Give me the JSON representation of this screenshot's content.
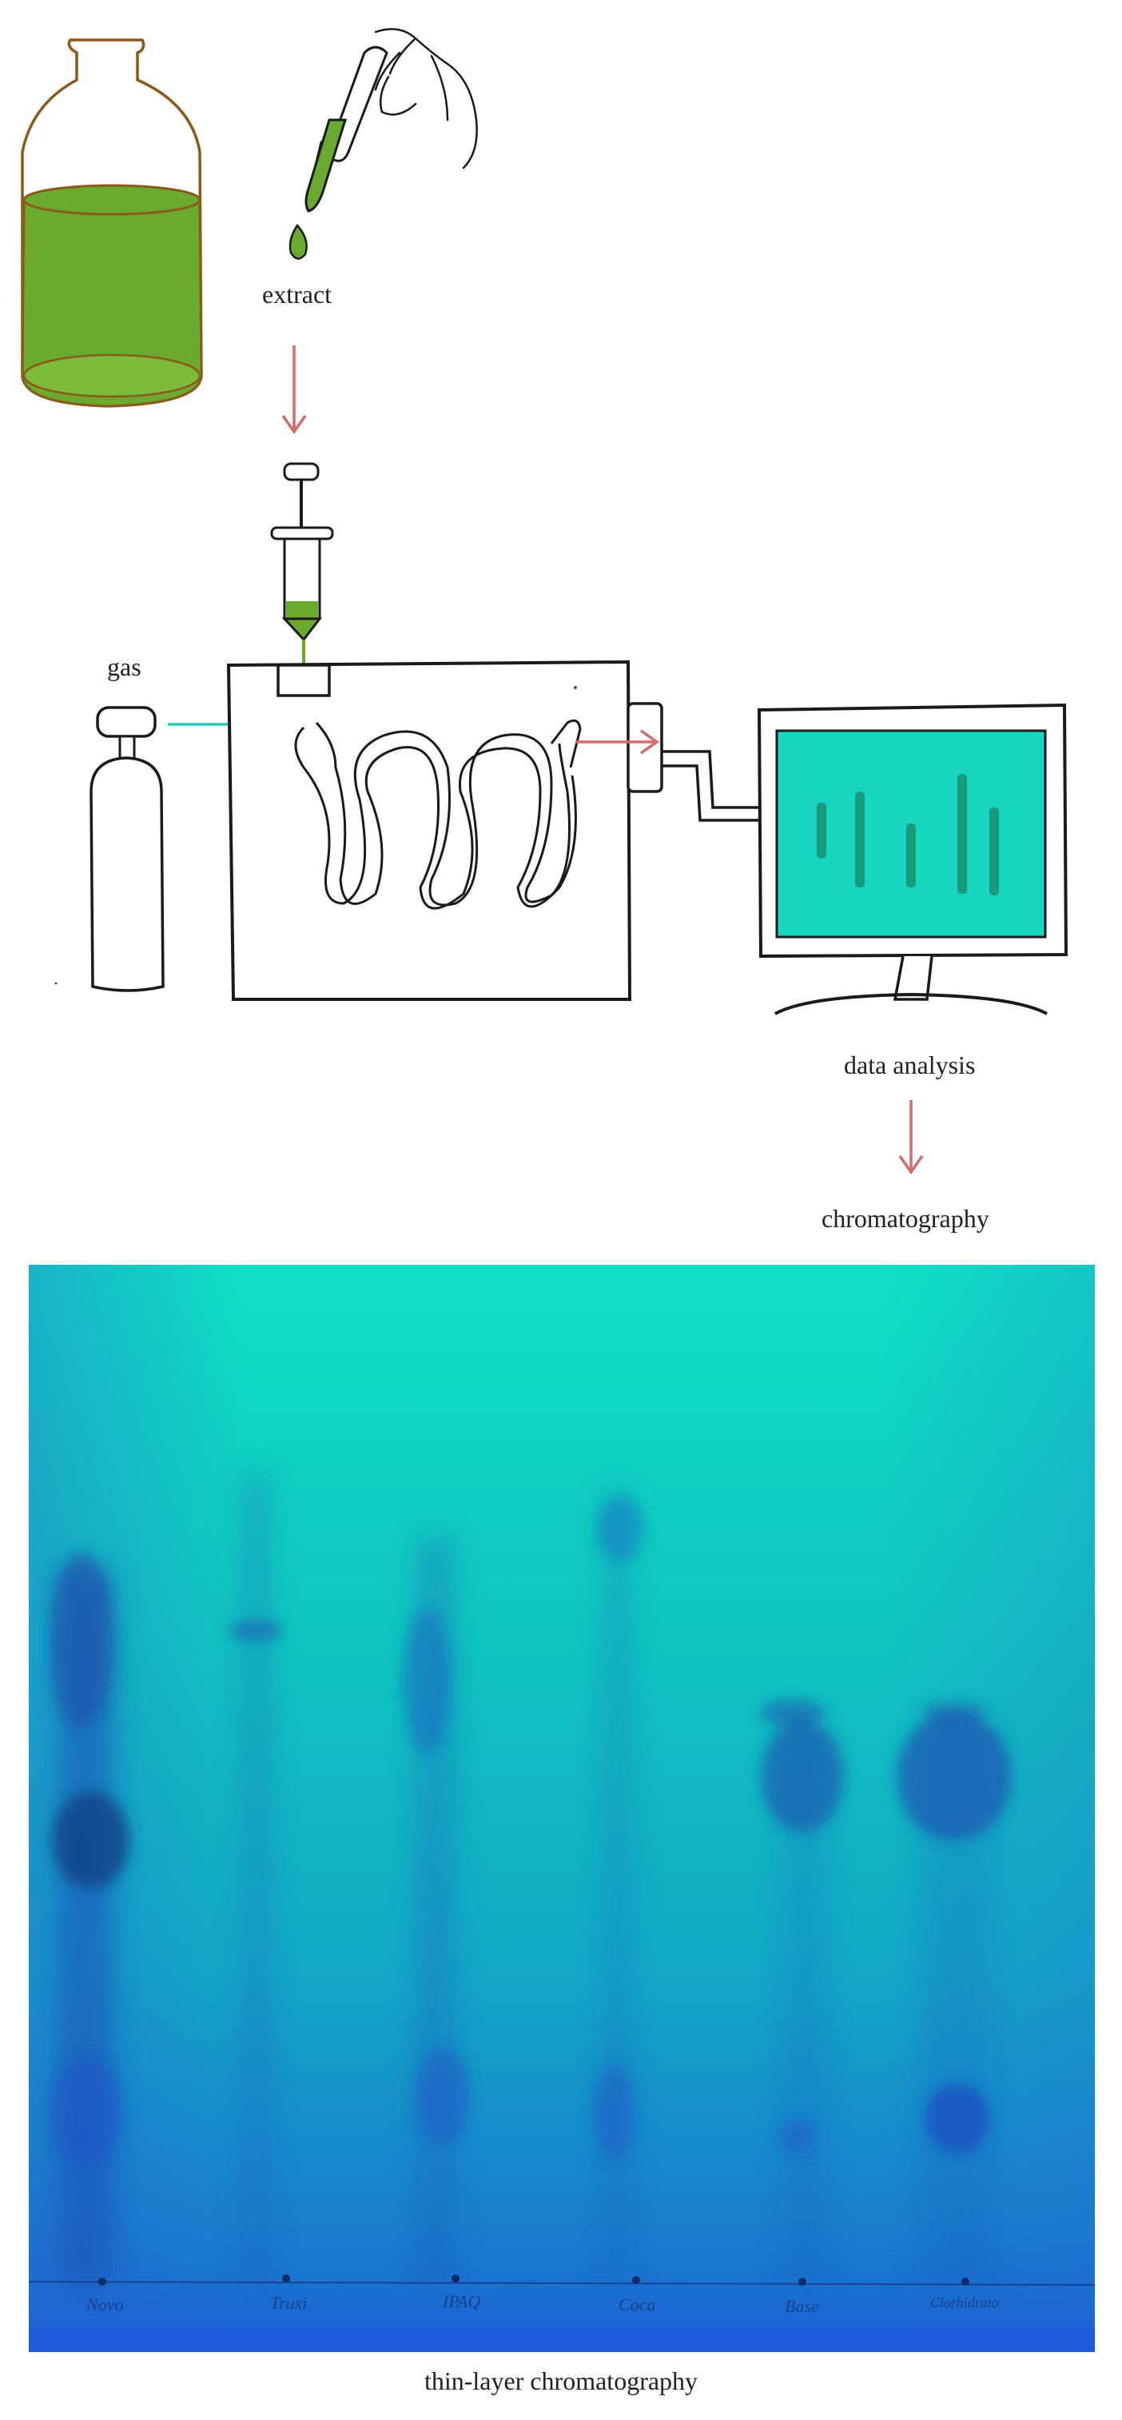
{
  "labels": {
    "extract": "extract",
    "gas": "gas",
    "data_analysis": "data analysis",
    "chromatography": "chromatography",
    "caption": "thin-layer chromatography"
  },
  "tlc": {
    "lanes": [
      "Novo",
      "Truxi",
      "IPAQ",
      "Coca",
      "Base",
      "Clorhidrato"
    ]
  },
  "colors": {
    "liquid": "#6aaa2e",
    "bottle_outline": "#8a5a1a",
    "arrow_red": "#d46a6a",
    "arrow_teal": "#2cc9b4",
    "screen": "#17d6c0",
    "plate_top": "#0fe0c4",
    "plate_mid": "#1aa8c8",
    "plate_bottom": "#1b5ed8"
  }
}
